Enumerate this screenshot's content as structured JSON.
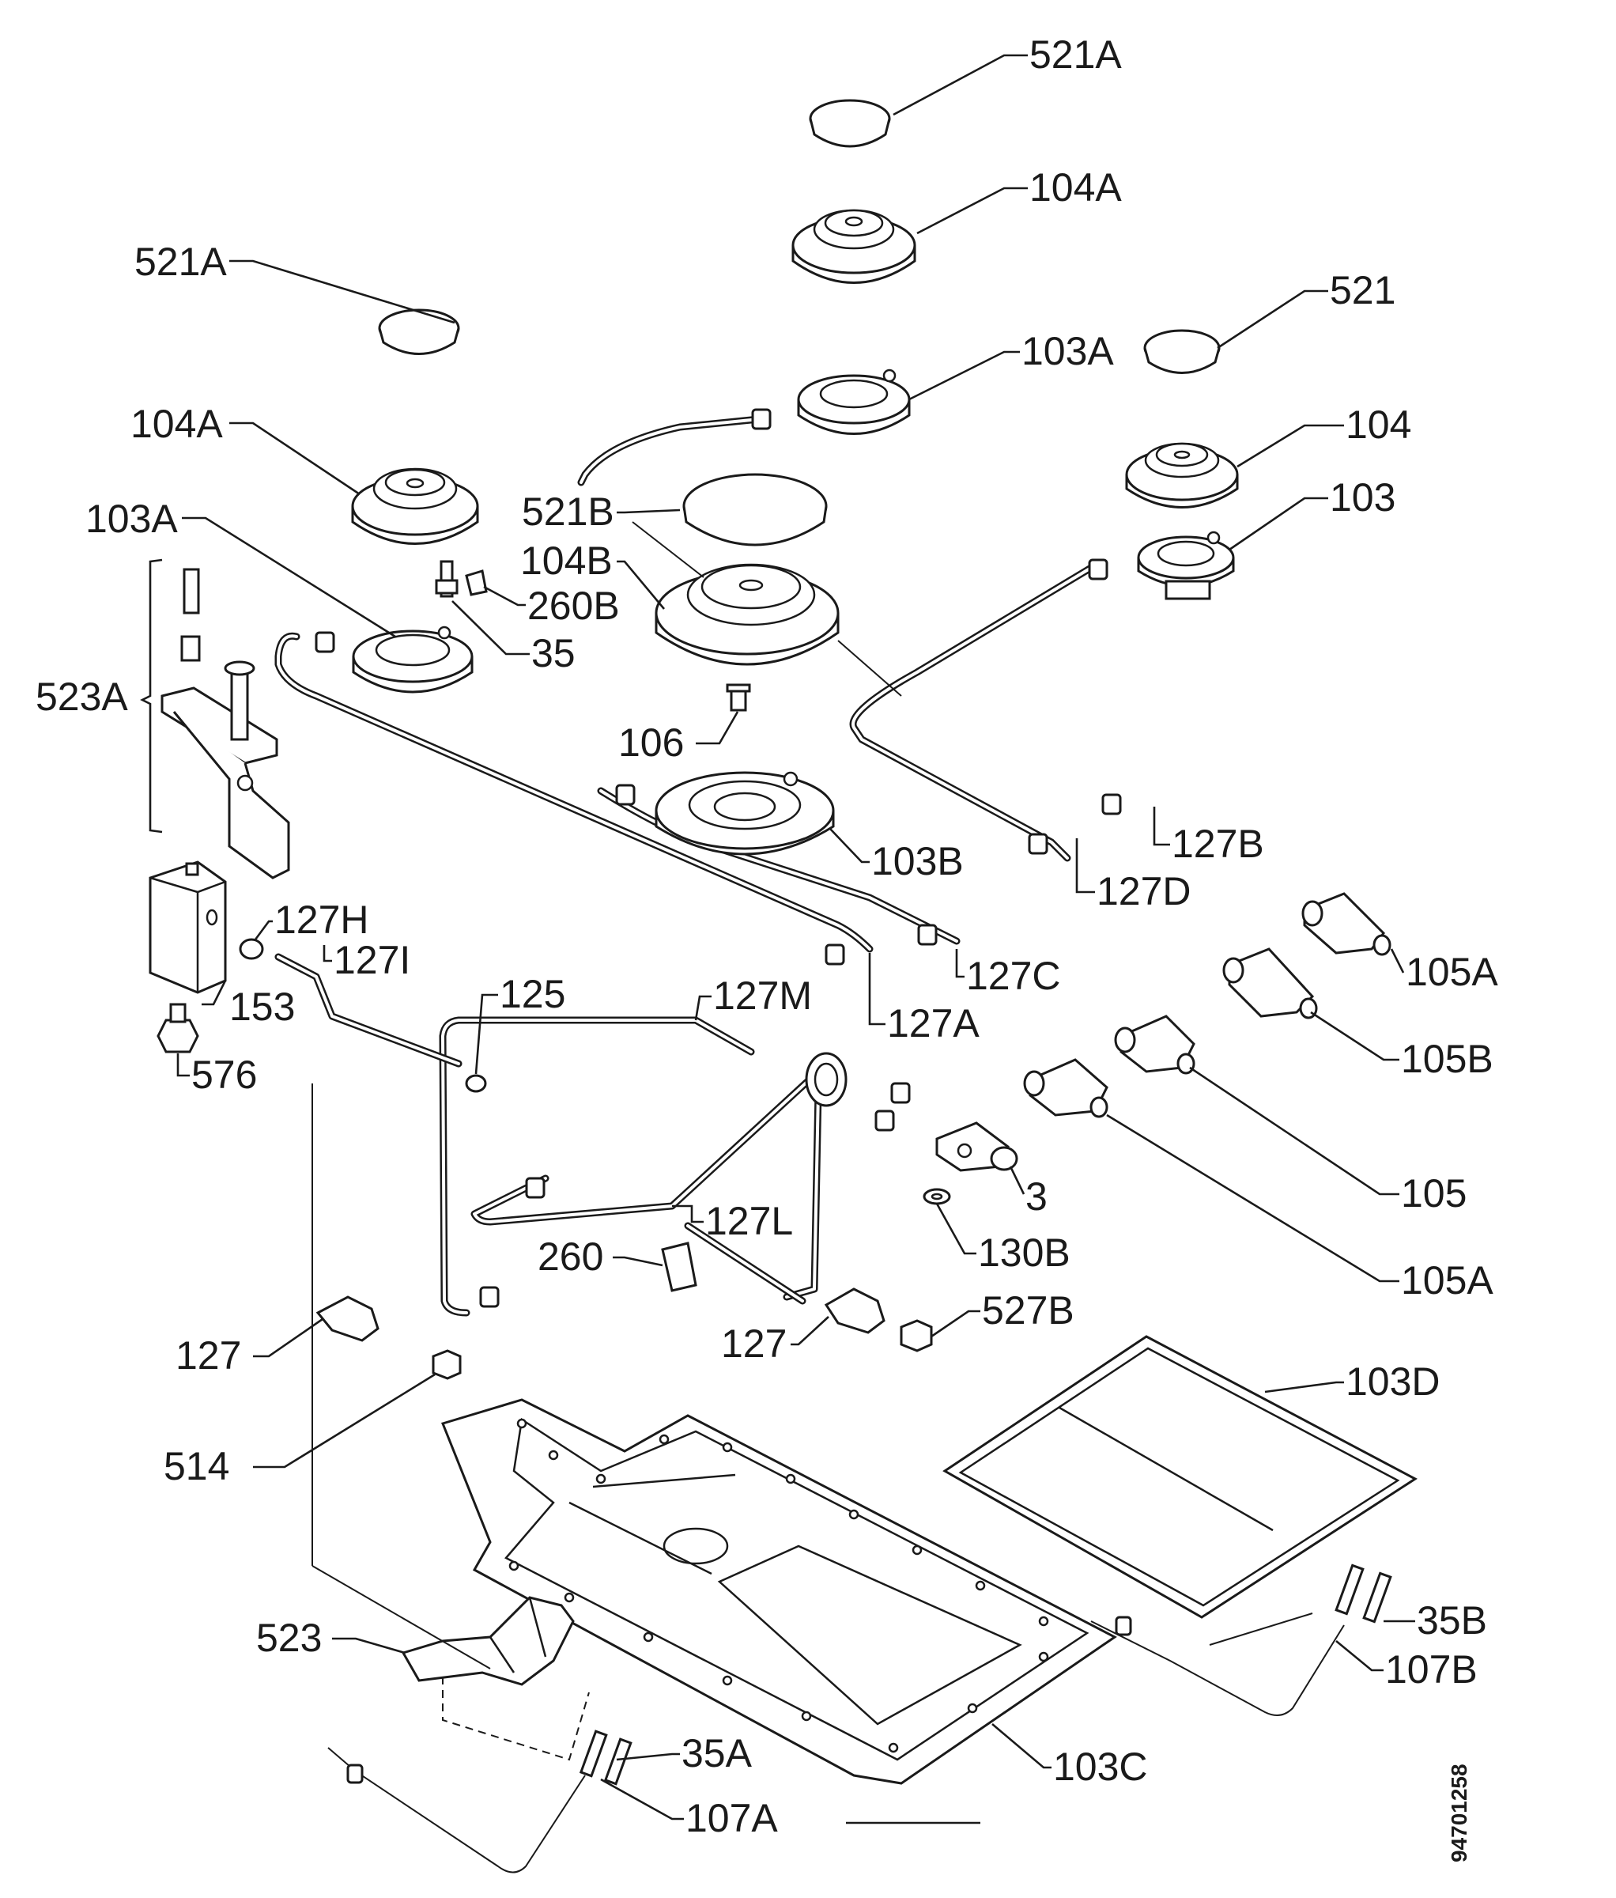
{
  "diagram": {
    "labels": {
      "l521a_top": "521A",
      "l104a_top": "104A",
      "l521": "521",
      "l103a_top": "103A",
      "l521a_left": "521A",
      "l104": "104",
      "l104a_left": "104A",
      "l521b": "521B",
      "l103": "103",
      "l103a_left": "103A",
      "l104b": "104B",
      "l260b": "260B",
      "l35": "35",
      "l523a": "523A",
      "l106": "106",
      "l127b": "127B",
      "l103b": "103B",
      "l127d": "127D",
      "l127h": "127H",
      "l127i": "127I",
      "l105a_top": "105A",
      "l127c": "127C",
      "l153": "153",
      "l125": "125",
      "l127m": "127M",
      "l127a": "127A",
      "l105b": "105B",
      "l576": "576",
      "l105": "105",
      "l3": "3",
      "l127l": "127L",
      "l130b": "130B",
      "l260": "260",
      "l105a_bottom": "105A",
      "l527b": "527B",
      "l127_left": "127",
      "l127_mid": "127",
      "l103d": "103D",
      "l514": "514",
      "l35b": "35B",
      "l523": "523",
      "l107b": "107B",
      "l35a": "35A",
      "l103c": "103C",
      "l107a": "107A"
    },
    "doc_number": "94701258"
  }
}
